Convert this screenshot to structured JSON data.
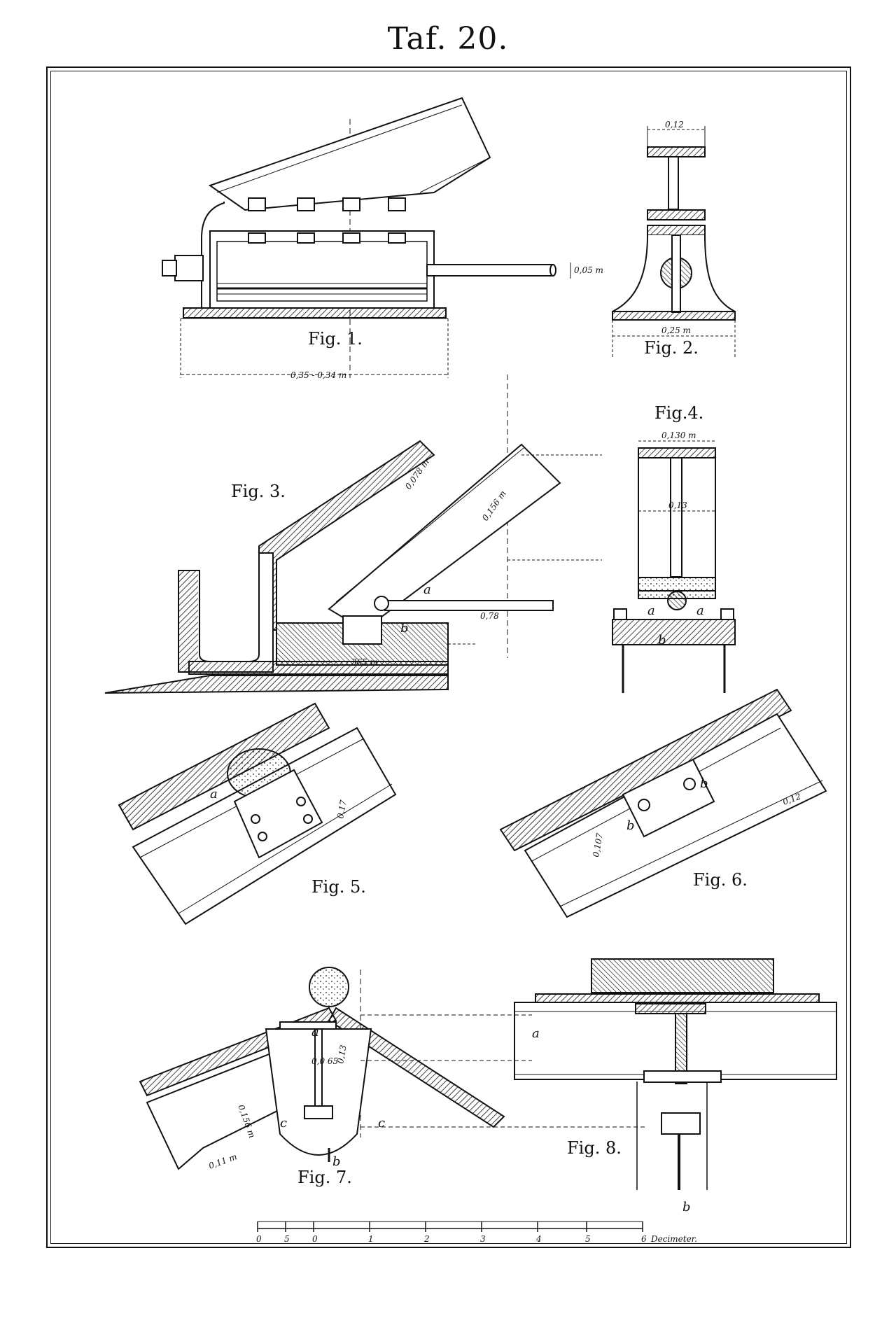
{
  "plate": {
    "title": "Taf. 20."
  },
  "figures": [
    {
      "id": "fig1",
      "label": "Fig. 1.",
      "dimensions": [
        "0,05 m",
        "0,35 - 0,34 m"
      ],
      "letters": []
    },
    {
      "id": "fig2",
      "label": "Fig. 2.",
      "dimensions": [
        "0,12",
        "0,25 m"
      ],
      "letters": []
    },
    {
      "id": "fig3",
      "label": "Fig. 3.",
      "dimensions": [
        "0,078 m",
        "0,156 m",
        "0,78",
        "365 m"
      ],
      "letters": [
        "a",
        "b"
      ]
    },
    {
      "id": "fig4",
      "label": "Fig.4.",
      "dimensions": [
        "0,130 m",
        "0,13"
      ],
      "letters": [
        "a",
        "a",
        "b"
      ]
    },
    {
      "id": "fig5",
      "label": "Fig. 5.",
      "dimensions": [
        "0,17"
      ],
      "letters": [
        "a"
      ]
    },
    {
      "id": "fig6",
      "label": "Fig. 6.",
      "dimensions": [
        "0,107",
        "0,12"
      ],
      "letters": [
        "b",
        "b"
      ]
    },
    {
      "id": "fig7",
      "label": "Fig. 7.",
      "dimensions": [
        "0,156 m",
        "0,11 m",
        "0,13",
        "0,0 65"
      ],
      "letters": [
        "a",
        "b",
        "c",
        "c"
      ]
    },
    {
      "id": "fig8",
      "label": "Fig. 8.",
      "dimensions": [],
      "letters": [
        "a",
        "b"
      ]
    }
  ],
  "scale": {
    "ticks": [
      "0",
      "5",
      "0",
      "1",
      "2",
      "3",
      "4",
      "5",
      "6"
    ],
    "unit": "Decimeter."
  }
}
